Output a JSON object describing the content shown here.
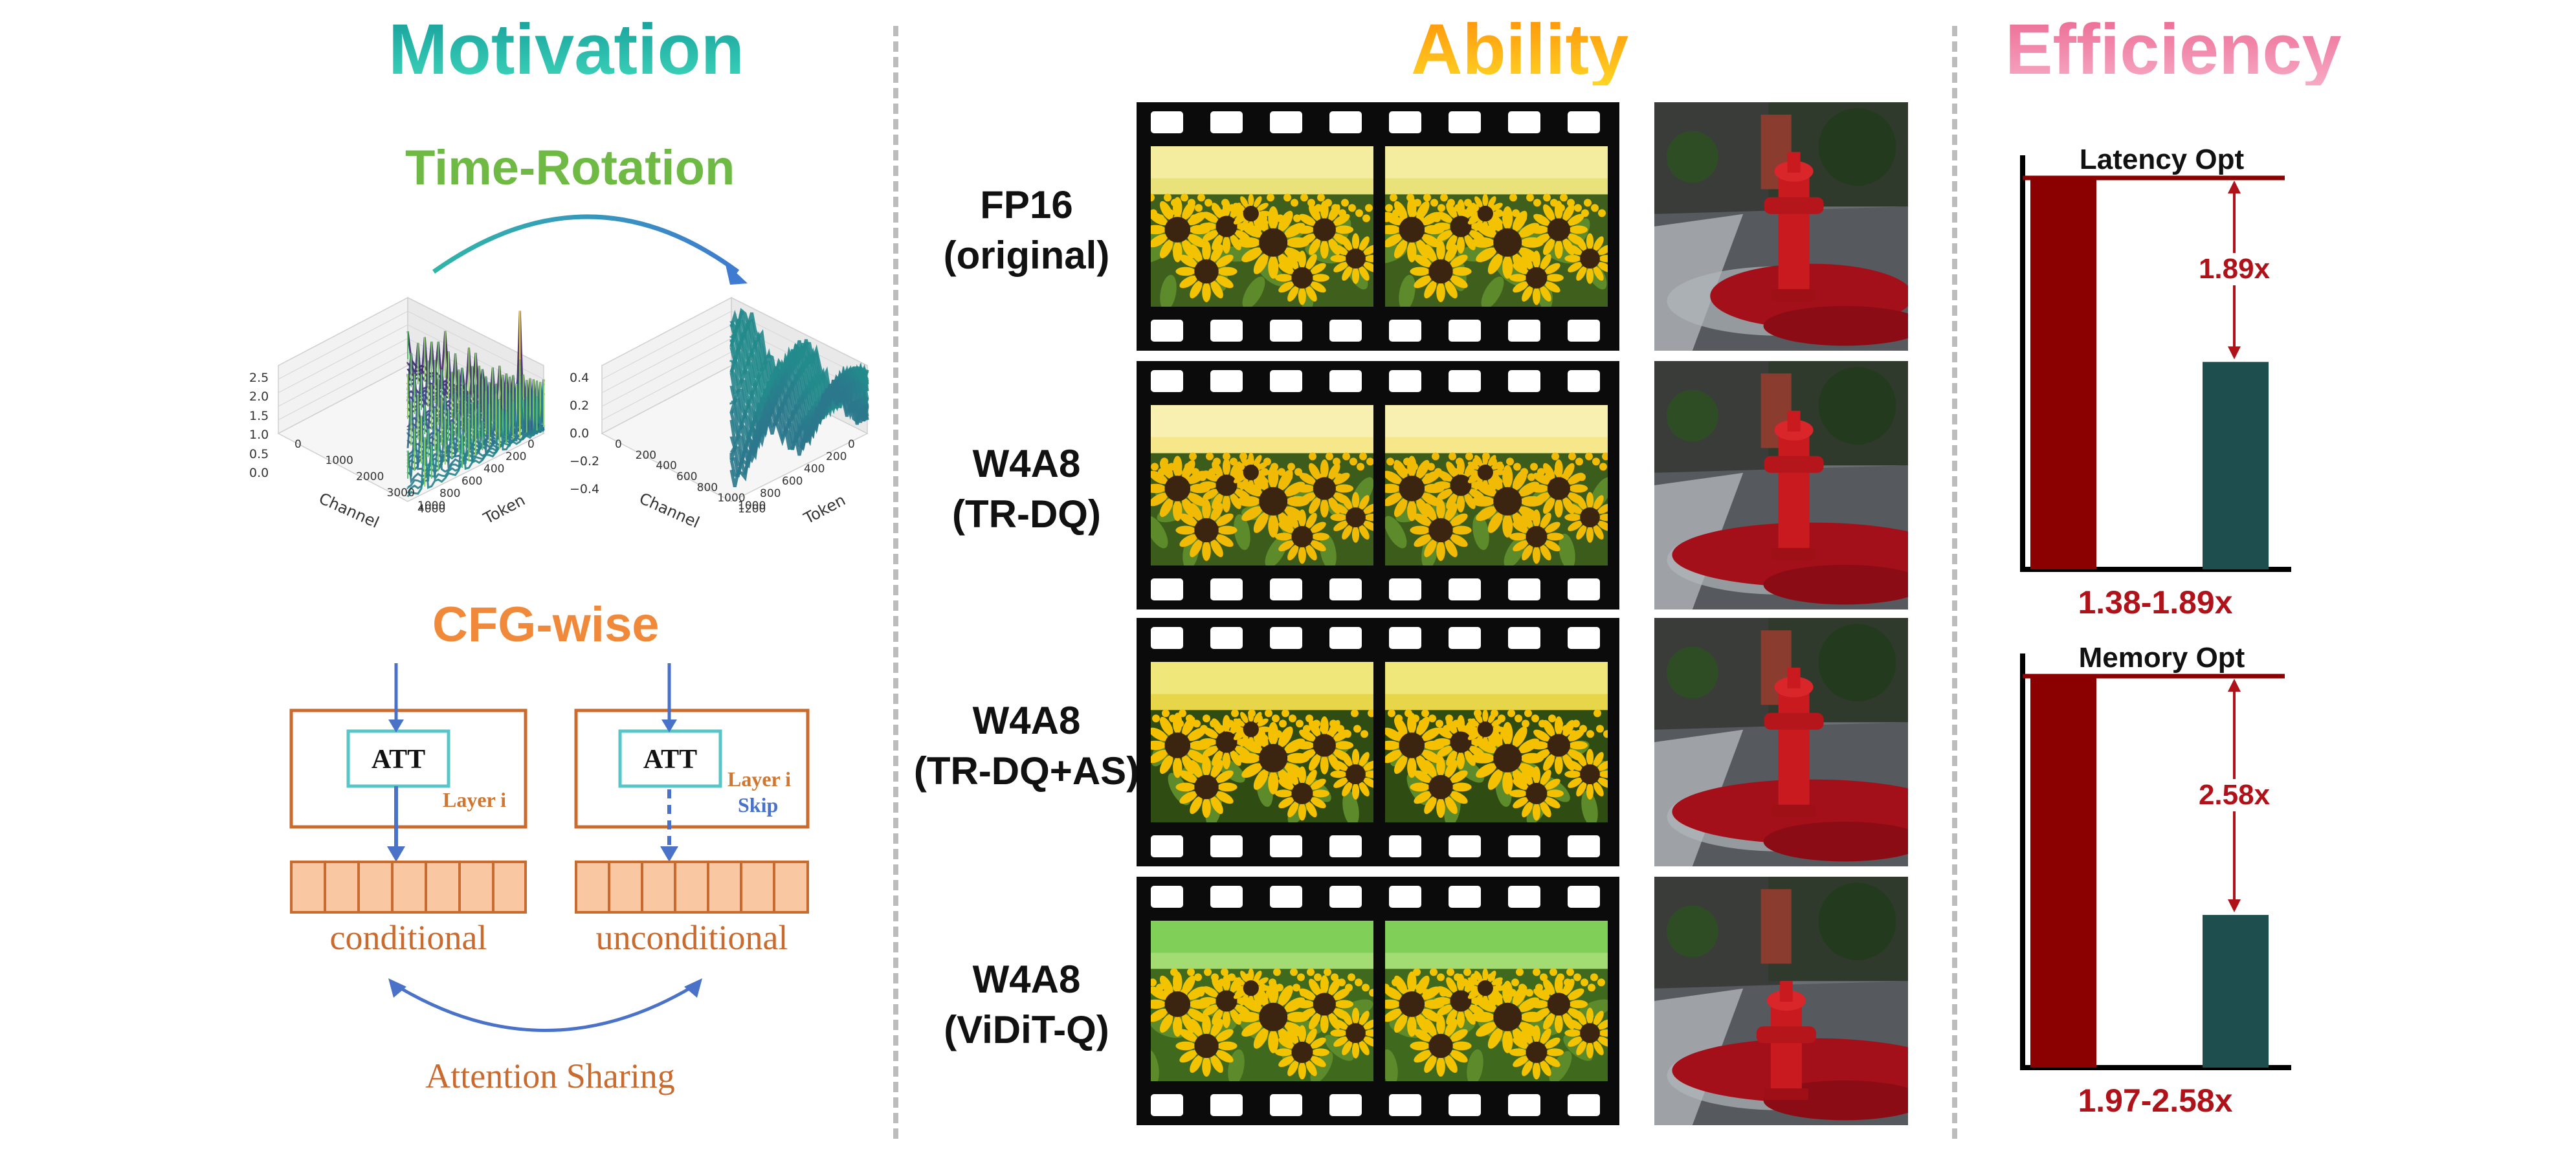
{
  "sections": {
    "motivation": "Motivation",
    "ability": "Ability",
    "efficiency": "Efficiency"
  },
  "motivation": {
    "time_rotation": "Time-Rotation",
    "plot_left": {
      "z_ticks": [
        "2.5",
        "2.0",
        "1.5",
        "1.0",
        "0.5",
        "0.0"
      ],
      "x_ticks": [
        "0",
        "1000",
        "2000",
        "3000",
        "4000"
      ],
      "y_ticks": [
        "0",
        "200",
        "400",
        "600",
        "800",
        "1000"
      ],
      "xlabel": "Channel",
      "ylabel": "Token"
    },
    "plot_right": {
      "z_ticks": [
        "0.4",
        "0.2",
        "0.0",
        "−0.2",
        "−0.4"
      ],
      "x_ticks": [
        "0",
        "200",
        "400",
        "600",
        "800",
        "1000",
        "1200"
      ],
      "y_ticks": [
        "0",
        "200",
        "400",
        "600",
        "800",
        "1000"
      ],
      "xlabel": "Channel",
      "ylabel": "Token"
    },
    "cfg_wise": "CFG-wise",
    "left_block": {
      "att": "ATT",
      "layer": "Layer i",
      "caption": "conditional"
    },
    "right_block": {
      "att": "ATT",
      "layer": "Layer i",
      "skip": "Skip",
      "caption": "unconditional"
    },
    "attention_sharing": "Attention Sharing"
  },
  "ability": {
    "rows": [
      {
        "line1": "FP16",
        "line2": "(original)"
      },
      {
        "line1": "W4A8",
        "line2": "(TR-DQ)"
      },
      {
        "line1": "W4A8",
        "line2": "(TR-DQ+AS)"
      },
      {
        "line1": "W4A8",
        "line2": "(ViDiT-Q)"
      }
    ]
  },
  "efficiency": {
    "latency": {
      "title": "Latency Opt",
      "ratio": "1.89x",
      "range": "1.38-1.89x",
      "baseline": 1.0,
      "optimized": 0.53
    },
    "memory": {
      "title": "Memory Opt",
      "ratio": "2.58x",
      "range": "1.97-2.58x",
      "baseline": 1.0,
      "optimized": 0.39
    },
    "colors": {
      "baseline": "#8b0000",
      "optimized": "#1f4e4f",
      "annotation": "#b0121a"
    }
  }
}
